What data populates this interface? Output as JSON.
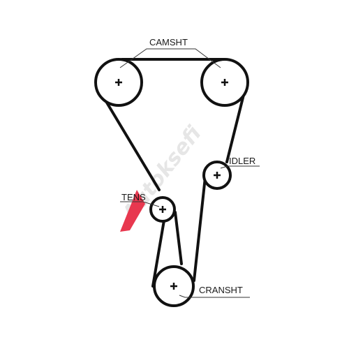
{
  "labels": {
    "camshaft": "CAMSHT",
    "idler": "IDLER",
    "tensioner": "TENS",
    "crankshaft": "CRANSHT"
  },
  "watermark": {
    "text": "Autoksefi",
    "accent_color": "#e8384f",
    "text_color": "#e6e6e6"
  },
  "colors": {
    "belt": "#111111",
    "pulley": "#111111",
    "leader": "#333333",
    "background": "#ffffff"
  }
}
